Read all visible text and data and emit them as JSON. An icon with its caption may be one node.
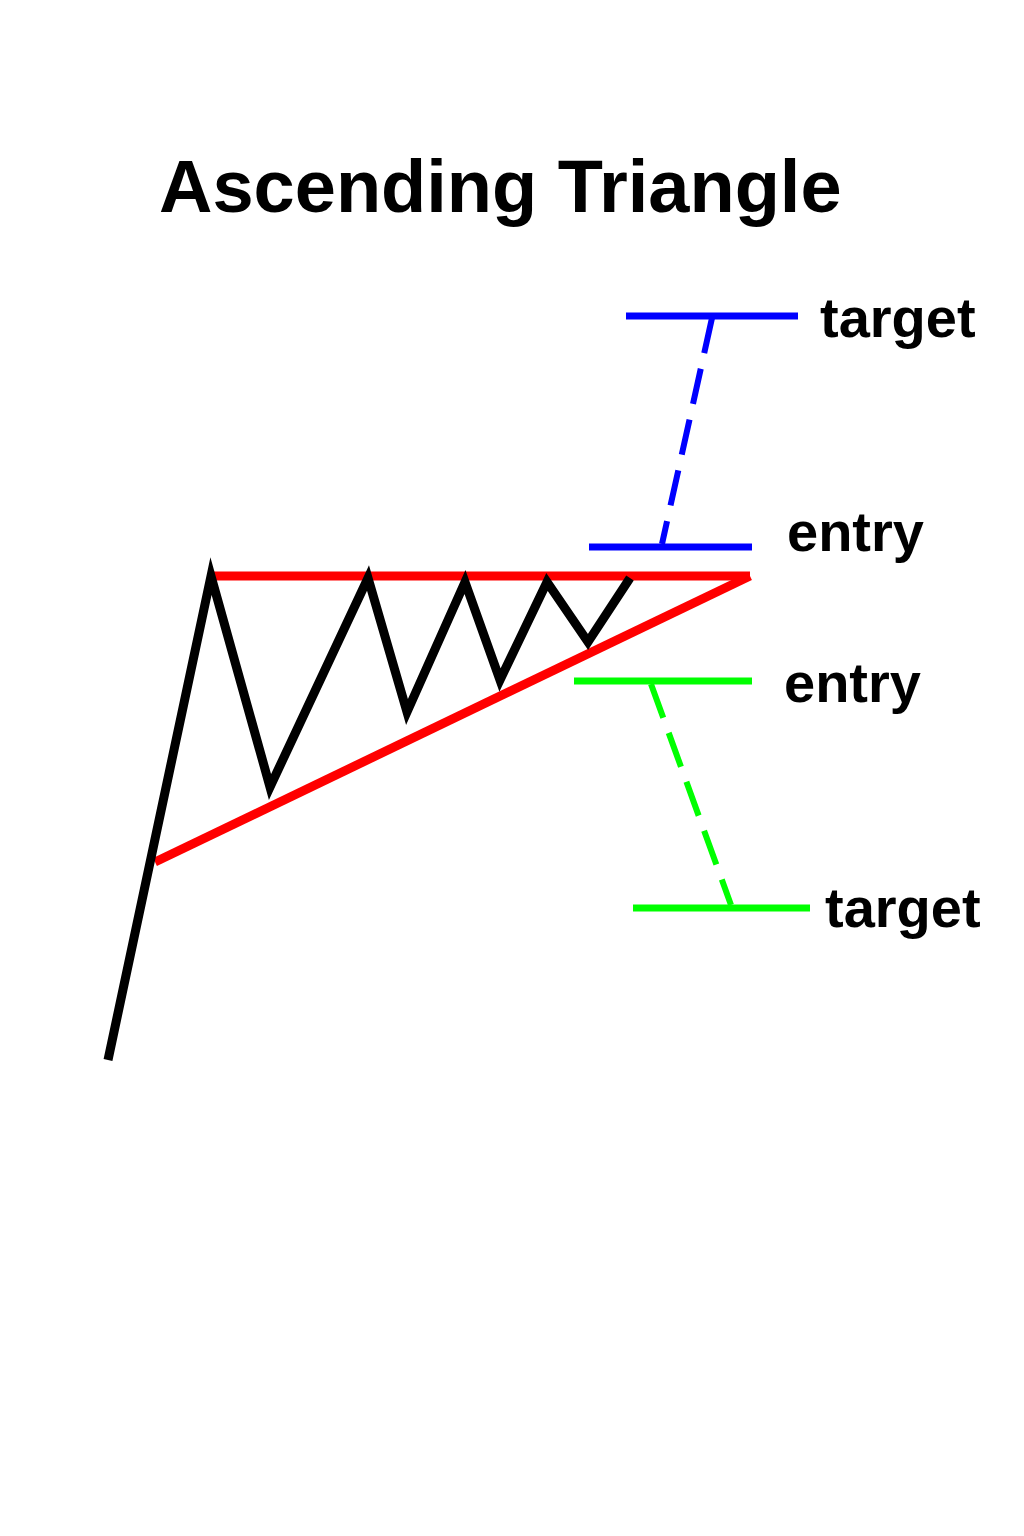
{
  "diagram": {
    "title": "Ascending Triangle",
    "labels": [
      "target",
      "entry",
      "entry",
      "target"
    ]
  }
}
